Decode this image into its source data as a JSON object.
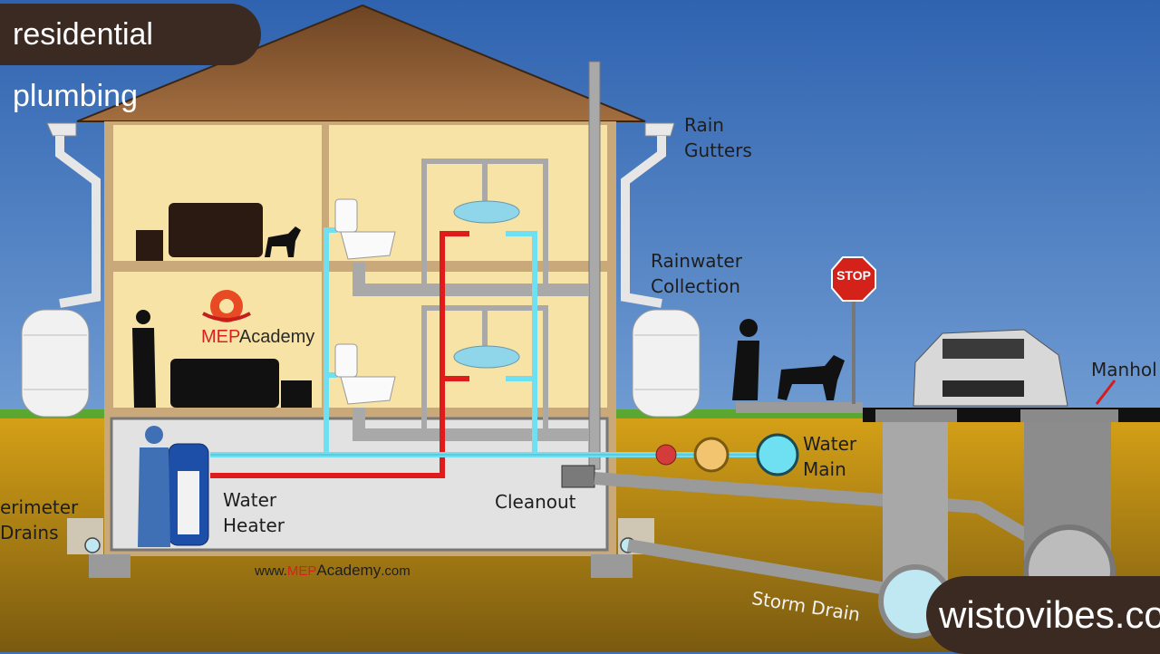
{
  "title": "residential plumbing",
  "watermark": "wistovibes.co.uk",
  "brand": {
    "name_part1": "MEP",
    "name_part2": "Academy",
    "website_prefix": "www.",
    "website_suffix": ".com"
  },
  "labels": {
    "rain_gutters": "Rain\nGutters",
    "rainwater_collection": "Rainwater\nCollection",
    "manhole": "Manhol",
    "water_main": "Water\nMain",
    "water_heater": "Water\nHeater",
    "cleanout": "Cleanout",
    "perimeter_drains": "erimeter\nDrains",
    "storm_drain": "Storm Drain",
    "stop_sign": "STOP"
  },
  "colors": {
    "sky": "#3f72b8",
    "ground": "#b8860b",
    "roof": "#8a5a33",
    "interior": "#f7e3a6",
    "cold_pipe": "#6fe0f2",
    "hot_pipe": "#e01b1b",
    "drain_pipe": "#a9a9a9",
    "badge": "#3b2a22"
  }
}
